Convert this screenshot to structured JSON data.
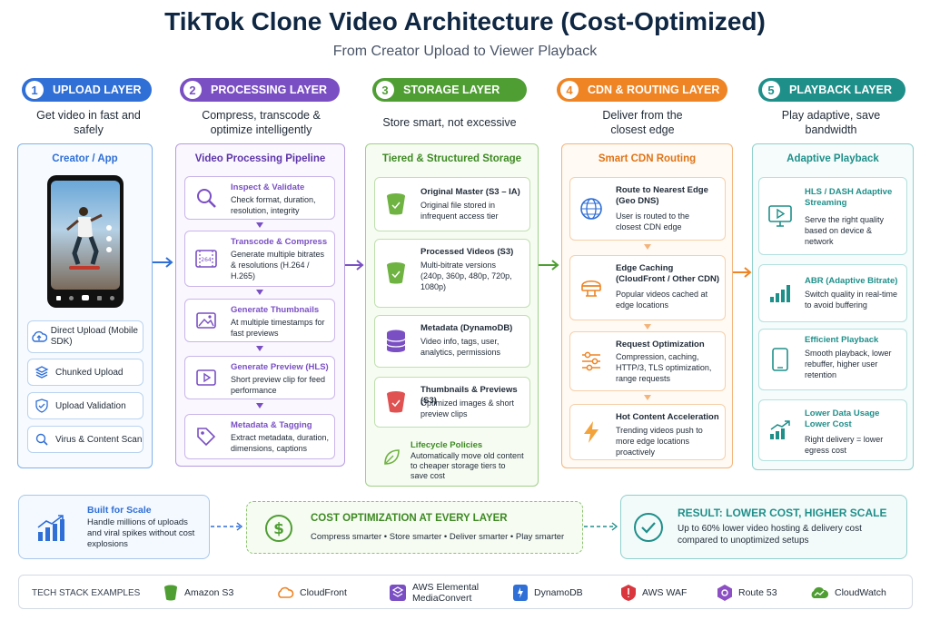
{
  "header": {
    "title": "TikTok Clone Video Architecture (Cost-Optimized)",
    "subtitle": "From Creator Upload to Viewer Playback"
  },
  "layers": [
    {
      "num": "1",
      "label": "UPLOAD LAYER",
      "tagline": "Get video in fast and safely",
      "color": "#2f6fd6"
    },
    {
      "num": "2",
      "label": "PROCESSING LAYER",
      "tagline": "Compress, transcode & optimize intelligently",
      "color": "#7a4fc4"
    },
    {
      "num": "3",
      "label": "STORAGE LAYER",
      "tagline": "Store smart, not excessive",
      "color": "#4f9e33"
    },
    {
      "num": "4",
      "label": "CDN & ROUTING LAYER",
      "tagline": "Deliver from the closest edge",
      "color": "#ee8424"
    },
    {
      "num": "5",
      "label": "PLAYBACK LAYER",
      "tagline": "Play adaptive, save bandwidth",
      "color": "#1f8f8a"
    }
  ],
  "upload": {
    "title": "Creator / App",
    "items": [
      "Direct Upload (Mobile SDK)",
      "Chunked Upload",
      "Upload Validation",
      "Virus & Content Scan"
    ]
  },
  "processing": {
    "title": "Video Processing Pipeline",
    "cards": [
      {
        "title": "Inspect & Validate",
        "desc": "Check format, duration, resolution, integrity"
      },
      {
        "title": "Transcode & Compress",
        "desc": "Generate multiple bitrates & resolutions (H.264 / H.265)"
      },
      {
        "title": "Generate Thumbnails",
        "desc": "At multiple timestamps for fast previews"
      },
      {
        "title": "Generate Preview (HLS)",
        "desc": "Short preview clip for feed performance"
      },
      {
        "title": "Metadata & Tagging",
        "desc": "Extract metadata, duration, dimensions, captions"
      }
    ]
  },
  "storage": {
    "title": "Tiered & Structured Storage",
    "cards": [
      {
        "title": "Original Master (S3 – IA)",
        "desc": "Original file stored in infrequent access tier"
      },
      {
        "title": "Processed Videos (S3)",
        "desc": "Multi-bitrate versions (240p, 360p, 480p, 720p, 1080p)"
      },
      {
        "title": "Metadata (DynamoDB)",
        "desc": "Video info, tags, user, analytics, permissions"
      },
      {
        "title": "Thumbnails & Previews (S3)",
        "desc": "Optimized images & short preview clips"
      }
    ],
    "lifecycle": {
      "title": "Lifecycle Policies",
      "desc": "Automatically move old content to cheaper storage tiers to save cost"
    }
  },
  "cdn": {
    "title": "Smart CDN Routing",
    "cards": [
      {
        "title": "Route to Nearest Edge (Geo DNS)",
        "desc": "User is routed to the closest CDN edge"
      },
      {
        "title": "Edge Caching (CloudFront / Other CDN)",
        "desc": "Popular videos cached at edge locations"
      },
      {
        "title": "Request Optimization",
        "desc": "Compression, caching, HTTP/3, TLS optimization, range requests"
      },
      {
        "title": "Hot Content Acceleration",
        "desc": "Trending videos push to more edge locations proactively"
      }
    ]
  },
  "playback": {
    "title": "Adaptive Playback",
    "cards": [
      {
        "title": "HLS / DASH Adaptive Streaming",
        "desc": "Serve the right quality based on device & network"
      },
      {
        "title": "ABR (Adaptive Bitrate)",
        "desc": "Switch quality in real-time to avoid buffering"
      },
      {
        "title": "Efficient Playback",
        "desc": "Smooth playback, lower rebuffer, higher user retention"
      },
      {
        "title": "Lower Data Usage Lower Cost",
        "desc": "Right delivery = lower egress cost"
      }
    ]
  },
  "bottom": {
    "scale": {
      "title": "Built for Scale",
      "desc": "Handle millions of uploads and viral spikes without cost explosions"
    },
    "cost": {
      "title": "COST OPTIMIZATION AT EVERY LAYER",
      "desc": "Compress smarter • Store smarter • Deliver smarter • Play smarter"
    },
    "result": {
      "title": "RESULT: LOWER COST, HIGHER SCALE",
      "desc": "Up to 60% lower video hosting & delivery cost compared to unoptimized setups"
    }
  },
  "tech_stack": {
    "label": "TECH STACK EXAMPLES",
    "items": [
      "Amazon S3",
      "CloudFront",
      "AWS Elemental MediaConvert",
      "DynamoDB",
      "AWS WAF",
      "Route 53",
      "CloudWatch"
    ]
  }
}
